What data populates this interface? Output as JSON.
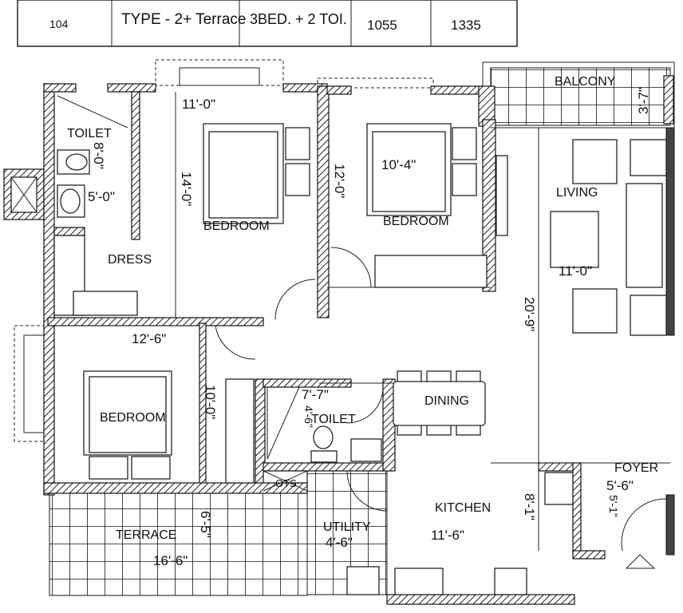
{
  "unit_table": {
    "unit_no": "104",
    "type": "TYPE - 2+ Terrace",
    "config": "3BED. + 2 TOI.",
    "carpet_area": "1055",
    "super_area": "1335"
  },
  "rooms": {
    "toilet_1": "TOILET",
    "dress": "DRESS",
    "bedroom_1": "BEDROOM",
    "bedroom_2": "BEDROOM",
    "bedroom_3": "BEDROOM",
    "balcony": "BALCONY",
    "living": "LIVING",
    "dining": "DINING",
    "toilet_2": "TOILET",
    "ots": "OTS",
    "terrace": "TERRACE",
    "utility": "UTILITY",
    "kitchen": "KITCHEN",
    "foyer": "FOYER"
  },
  "dimensions": {
    "toilet_1_length": "8'-0\"",
    "toilet_1_width": "5'-0\"",
    "bedroom_1_width": "11'-0\"",
    "bedroom_1_length": "14'-0\"",
    "bedroom_2_width": "10'-4\"",
    "bedroom_2_length": "12'-0\"",
    "balcony_depth": "3'-7\"",
    "living_width": "11'-0\"",
    "living_length": "20'-9\"",
    "bedroom_3_width": "12'-6\"",
    "bedroom_3_length": "10'-0\"",
    "toilet_2_width": "7'-7\"",
    "toilet_2_length": "4'-6\"",
    "terrace_width": "16'-6\"",
    "terrace_depth": "6'-5\"",
    "utility_width": "4'-6\"",
    "kitchen_width": "11'-6\"",
    "kitchen_length": "8'-1\"",
    "foyer_width": "5'-6\"",
    "foyer_length": "5'-1\""
  }
}
